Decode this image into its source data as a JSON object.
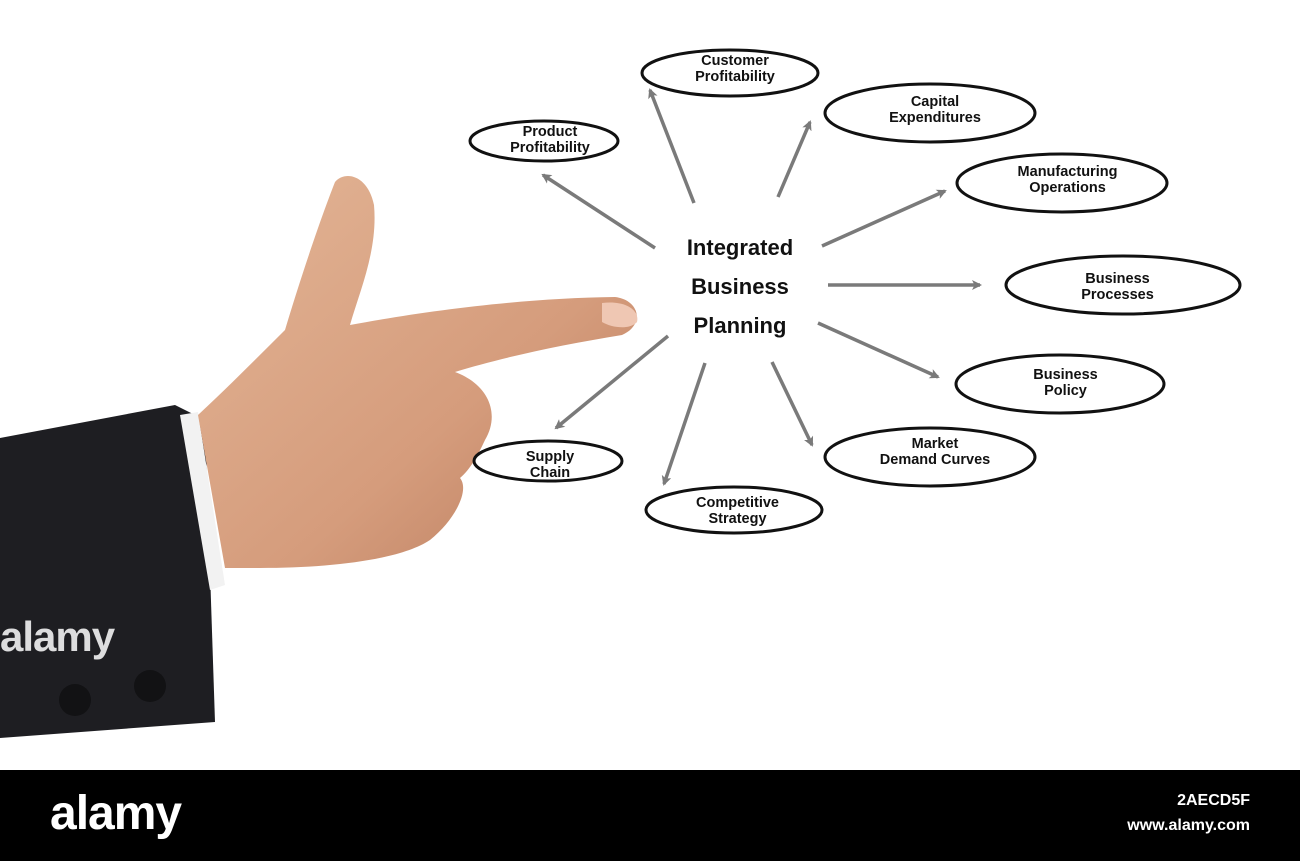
{
  "diagram": {
    "center": "Integrated\nBusiness\nPlanning",
    "nodes": [
      {
        "id": "customer-profitability",
        "label": "Customer\nProfitability"
      },
      {
        "id": "capital-expenditures",
        "label": "Capital\nExpenditures"
      },
      {
        "id": "product-profitability",
        "label": "Product\nProfitability"
      },
      {
        "id": "manufacturing-operations",
        "label": "Manufacturing\nOperations"
      },
      {
        "id": "business-processes",
        "label": "Business\nProcesses"
      },
      {
        "id": "business-policy",
        "label": "Business\nPolicy"
      },
      {
        "id": "market-demand-curves",
        "label": "Market\nDemand Curves"
      },
      {
        "id": "supply-chain",
        "label": "Supply\nChain"
      },
      {
        "id": "competitive-strategy",
        "label": "Competitive\nStrategy"
      }
    ],
    "colors": {
      "arrow": "#7a7a7a",
      "ellipse": "#111111",
      "text": "#111111"
    }
  },
  "watermark": {
    "overlay": "alamy"
  },
  "footer": {
    "logo": "alamy",
    "image_id": "2AECD5F",
    "site": "www.alamy.com"
  }
}
